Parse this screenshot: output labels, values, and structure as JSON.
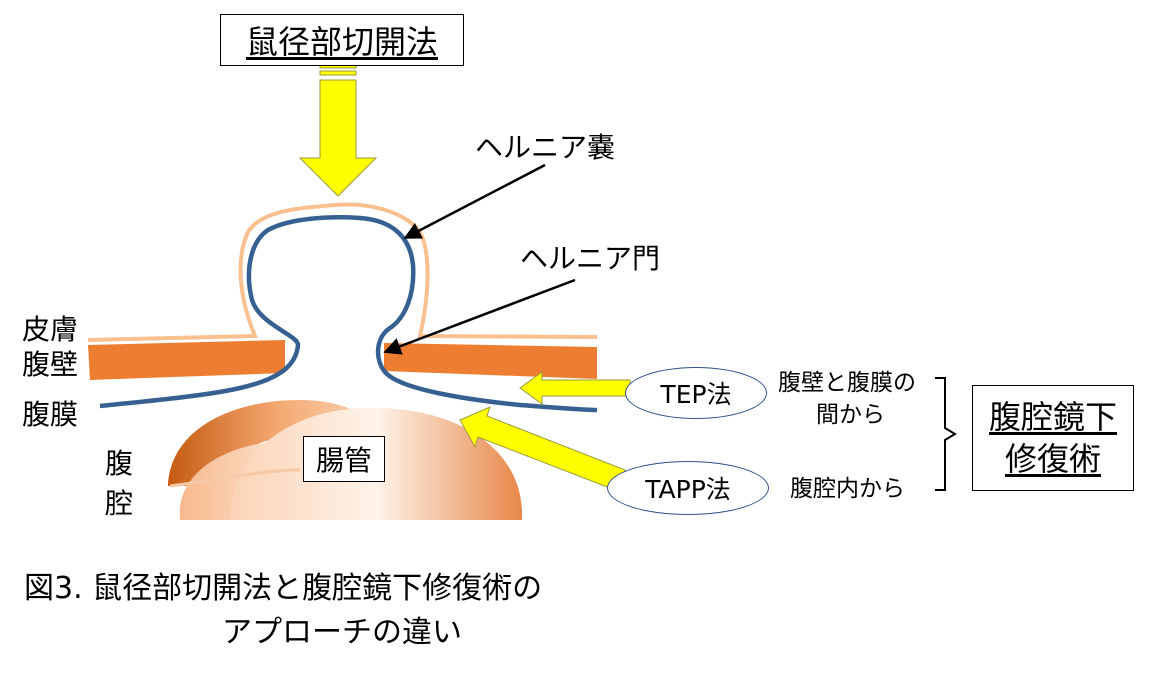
{
  "labels": {
    "open_surgery": "鼠径部切開法",
    "hernia_sac": "ヘルニア嚢",
    "hernia_orifice": "ヘルニア門",
    "skin": "皮膚",
    "abdominal_wall": "腹壁",
    "peritoneum": "腹膜",
    "abdominal_cavity_1": "腹",
    "abdominal_cavity_2": "腔",
    "intestine": "腸管",
    "tep": "TEP法",
    "tapp": "TAPP法",
    "tep_note_1": "腹壁と腹膜の",
    "tep_note_2": "間から",
    "tapp_note": "腹腔内から",
    "laparoscopic_1": "腹腔鏡下",
    "laparoscopic_2": "修復術"
  },
  "caption": {
    "line1": "図3. 鼠径部切開法と腹腔鏡下修復術の",
    "line2": "アプローチの違い"
  },
  "colors": {
    "arrow_yellow": "#ffff00",
    "arrow_outline": "#9a9a3a",
    "skin_line": "#fac090",
    "abdominal_wall": "#ed7d31",
    "peritoneum": "#376092",
    "oval_border": "#2f4f8f",
    "intestine": "#e07a3a"
  },
  "icons": [
    "yellow-arrow-down",
    "yellow-arrow-left",
    "black-pointer-arrow",
    "right-bracket"
  ]
}
